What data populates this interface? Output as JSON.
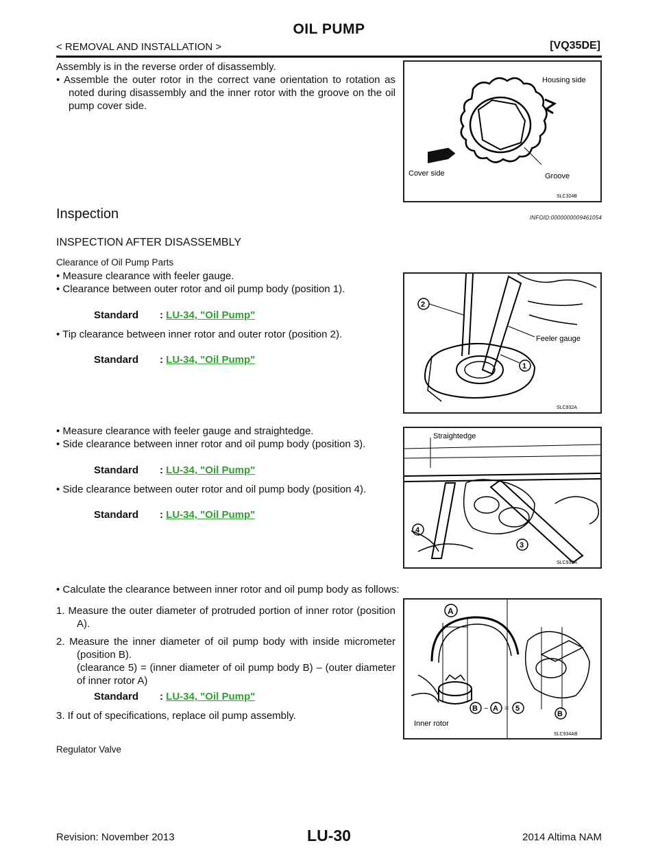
{
  "header": {
    "title": "OIL PUMP",
    "section": "< REMOVAL AND INSTALLATION >",
    "model": "[VQ35DE]"
  },
  "assembly": {
    "intro": "Assembly is in the reverse order of disassembly.",
    "bullet": "• Assemble the outer rotor in the correct vane orientation to rotation as noted during disassembly and the inner rotor with the groove on the oil pump cover side."
  },
  "inspection": {
    "heading": "Inspection",
    "infoid": "INFOID:0000000009461054",
    "subheading": "INSPECTION AFTER DISASSEMBLY",
    "subsub": "Clearance of Oil Pump Parts",
    "b1": "• Measure clearance with feeler gauge.",
    "b2": "• Clearance between outer rotor and oil pump body (position 1).",
    "b3": "• Tip clearance between inner rotor and outer rotor (position 2).",
    "b4": "• Measure clearance with feeler gauge and straightedge.",
    "b5": "• Side clearance between inner rotor and oil pump body (position 3).",
    "b6": "• Side clearance between outer rotor and oil pump body (position 4).",
    "b7": "• Calculate the clearance between inner rotor and oil pump body as follows:",
    "step1": "1. Measure the outer diameter of protruded portion of inner rotor (position A).",
    "step2a": "2. Measure the inner diameter of oil pump body with inside micrometer (position B).",
    "step2b": "(clearance 5) = (inner diameter of oil pump body B) – (outer diameter of inner rotor A)",
    "step3": "3. If out of specifications, replace oil pump assembly.",
    "regulator": "Regulator Valve"
  },
  "standard": {
    "label": "Standard",
    "colon": ":",
    "link": "LU-34, \"Oil Pump\""
  },
  "figures": {
    "fig1": {
      "code": "SLC324B",
      "housing": "Housing side",
      "cover": "Cover side",
      "groove": "Groove"
    },
    "fig2": {
      "code": "SLC932A",
      "feeler": "Feeler gauge",
      "n1": "1",
      "n2": "2"
    },
    "fig3": {
      "code": "SLC933A",
      "straightedge": "Straightedge",
      "n3": "3",
      "n4": "4"
    },
    "fig4": {
      "code": "SLC934AB",
      "inner": "Inner rotor",
      "A": "A",
      "B": "B",
      "five": "5",
      "minus": "−",
      "equals": "="
    }
  },
  "footer": {
    "revision": "Revision: November 2013",
    "page": "LU-30",
    "edition": "2014 Altima NAM"
  },
  "colors": {
    "link": "#2da02d",
    "text": "#111111"
  }
}
